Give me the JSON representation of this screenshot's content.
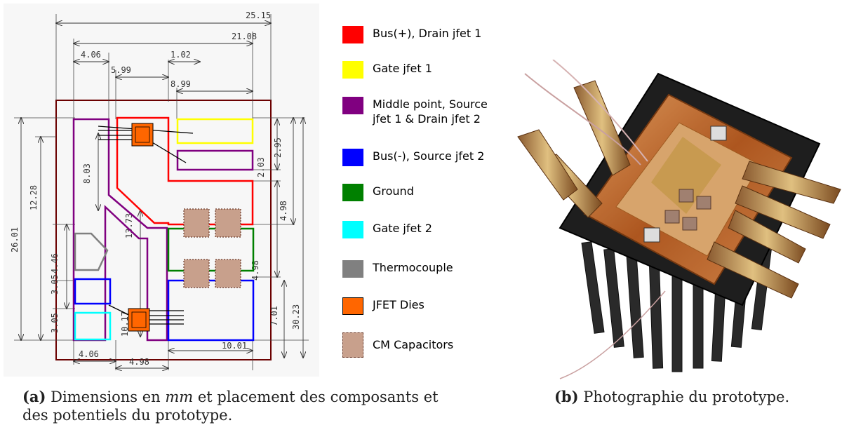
{
  "dimensions": {
    "d1": "25.15",
    "d2": "21.08",
    "d3": "4.06",
    "d4": "1.02",
    "d5": "5.99",
    "d6": "8.99",
    "d7": "2.95",
    "d8": "2.03",
    "d9": "8.03",
    "d10": "12.28",
    "d11": "13.73",
    "d12": "4.98",
    "d13": "4.46",
    "d14": "3.05",
    "d15": "4.98",
    "d16": "3.05",
    "d17": "10.17",
    "d18": "26.01",
    "d19": "4.06",
    "d20": "10.01",
    "d21": "7.01",
    "d22": "30.23",
    "d23": "4.98"
  },
  "legend": [
    {
      "label": "Bus(+), Drain jfet 1",
      "color": "#ff0000"
    },
    {
      "label": "Gate jfet 1",
      "color": "#ffff00"
    },
    {
      "label": "Middle point, Source\njfet 1 & Drain jfet 2",
      "color": "#800080"
    },
    {
      "label": "Bus(-), Source jfet 2",
      "color": "#0000ff"
    },
    {
      "label": "Ground",
      "color": "#008000"
    },
    {
      "label": "Gate jfet 2",
      "color": "#00ffff"
    },
    {
      "label": "Thermocouple",
      "color": "#808080"
    },
    {
      "label": "JFET Dies",
      "color": "#ff6600"
    },
    {
      "label": "CM Capacitors",
      "color": "#c8a08c"
    }
  ],
  "captions": {
    "a_tag": "(a)",
    "a_text_1": "Dimensions en",
    "a_unit": "mm",
    "a_text_2": "et placement des composants et",
    "a_text_3": "des potentiels du prototype.",
    "b_tag": "(b)",
    "b_text": "Photographie du prototype."
  }
}
